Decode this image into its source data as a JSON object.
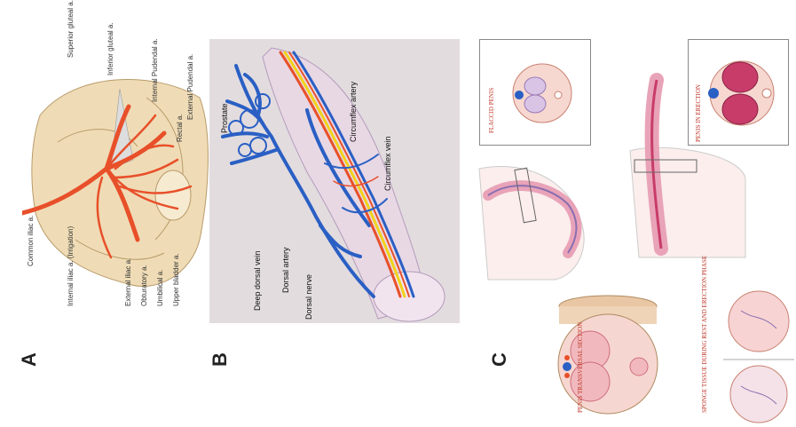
{
  "panels": {
    "a": {
      "letter": "A",
      "labels": [
        "Common iliac a.",
        "Superior gluteal a.",
        "Inferior gluteal a.",
        "Internal Pudendal a.",
        "Rectal a.",
        "External Pudendal a.",
        "Internal iliac a. (Irrigation)",
        "External iliac a.",
        "Obturatory a.",
        "Umbilical a.",
        "Upper bladder a."
      ]
    },
    "b": {
      "letter": "B",
      "labels": [
        "Prostate",
        "Deep dorsal vein",
        "Dorsal artery",
        "Dorsal nerve",
        "Circumflex artery",
        "Circumflex vein"
      ]
    },
    "c": {
      "letter": "C",
      "flaccid": "FLACCID PENIS",
      "erection": "PENIS IN ERECTION",
      "section": "PENIS TRANSVERSAL SECTION",
      "spongy": "SPONGE TISSUE DURING REST AND ERECTION PHASE"
    }
  },
  "colors": {
    "artery": "#e8502a",
    "vein": "#2a5fc4",
    "nerve": "#f2d21b",
    "tissue": "#e9a3b8",
    "bone": "#efdcb6"
  }
}
